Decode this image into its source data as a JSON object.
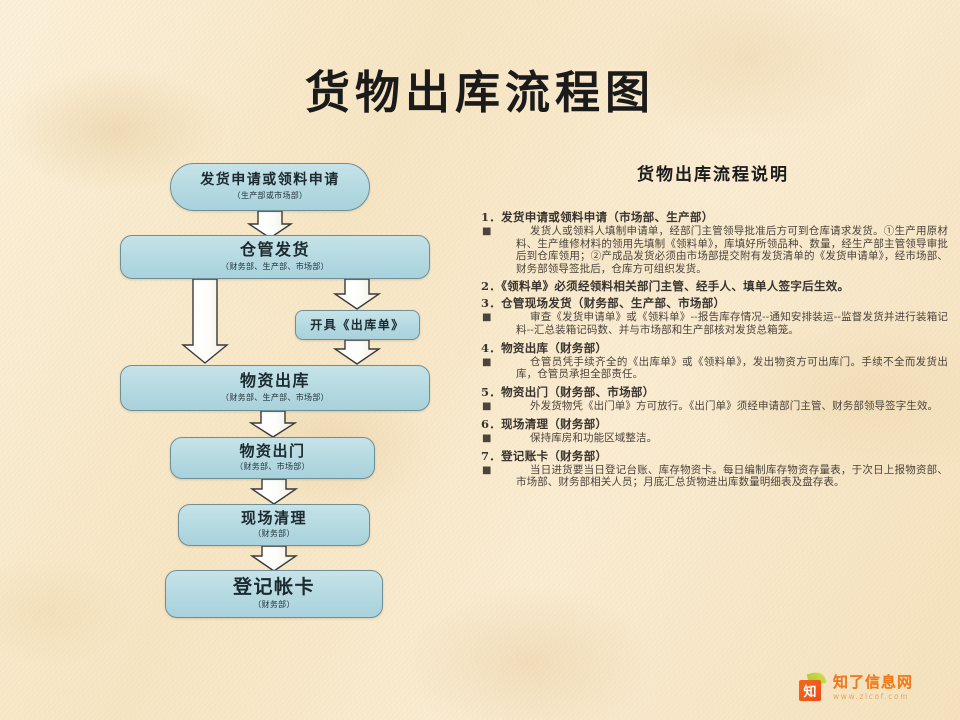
{
  "slide": {
    "title": "货物出库流程图",
    "background_color": "#fbecd0",
    "node_fill_color": "#b4d9e1",
    "node_border_color": "#6f8f96"
  },
  "flow": {
    "nodes": [
      {
        "id": "apply",
        "label": "发货申请或领料申请",
        "sub": "（生产部或市场部）"
      },
      {
        "id": "issue",
        "label": "仓管发货",
        "sub": "（财务部、生产部、市场部）"
      },
      {
        "id": "slip",
        "label": "开具《出库单》",
        "sub": ""
      },
      {
        "id": "out",
        "label": "物资出库",
        "sub": "（财务部、生产部、市场部）"
      },
      {
        "id": "gate",
        "label": "物资出门",
        "sub": "（财务部、市场部）"
      },
      {
        "id": "clean",
        "label": "现场清理",
        "sub": "（财务部）"
      },
      {
        "id": "record",
        "label": "登记帐卡",
        "sub": "（财务部）"
      }
    ]
  },
  "panel": {
    "title": "货物出库流程说明",
    "items": [
      {
        "number": "1．",
        "head": "发货申请或领料申请（市场部、生产部）",
        "body": "发货人或领料人填制申请单，经部门主管领导批准后方可到仓库请求发货。①生产用原材料、生产维修材料的领用先填制《领料单》，库填好所领品种、数量，经生产部主管领导审批后到仓库领用；②产成品发货必须由市场部提交附有发货清单的《发货申请单》，经市场部、财务部领导签批后，仓库方可组织发货。"
      },
      {
        "number": "2．",
        "head": "《领料单》必须经领料相关部门主管、经手人、填单人签字后生效。",
        "body": ""
      },
      {
        "number": "3．",
        "head": "仓管现场发货（财务部、生产部、市场部）",
        "body": "审查《发货申请单》或《领料单》--报告库存情况--通知安排装运--监督发货并进行装箱记料--汇总装箱记码数、并与市场部和生产部核对发货总箱笼。"
      },
      {
        "number": "4．",
        "head": "物资出库（财务部）",
        "body": "仓管员凭手续齐全的《出库单》或《领料单》，发出物资方可出库门。手续不全而发货出库，仓管员承担全部责任。"
      },
      {
        "number": "5．",
        "head": "物资出门（财务部、市场部）",
        "body": "外发货物凭《出门单》方可放行。《出门单》须经申请部门主管、财务部领导签字生效。"
      },
      {
        "number": "6．",
        "head": "现场清理（财务部）",
        "body": "保持库房和功能区域整洁。"
      },
      {
        "number": "7．",
        "head": "登记账卡（财务部）",
        "body": "当日进货要当日登记台账、库存物资卡。每日编制库存物资存量表，于次日上报物资部、市场部、财务部相关人员；月底汇总货物进出库数量明细表及盘存表。"
      }
    ]
  },
  "logo": {
    "mark_char": "知",
    "name": "知了信息网",
    "url": "www.zlcof.com"
  }
}
